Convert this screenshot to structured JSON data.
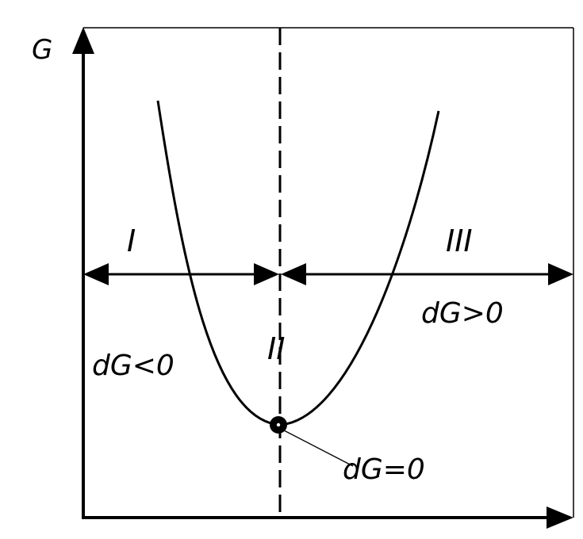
{
  "axis_label_y": "G",
  "regions": {
    "left": "I",
    "middle": "II",
    "right": "III"
  },
  "conditions": {
    "left": "dG<0",
    "right": "dG>0",
    "minimum": "dG=0"
  },
  "colors": {
    "ink": "#000000",
    "background": "#ffffff"
  }
}
